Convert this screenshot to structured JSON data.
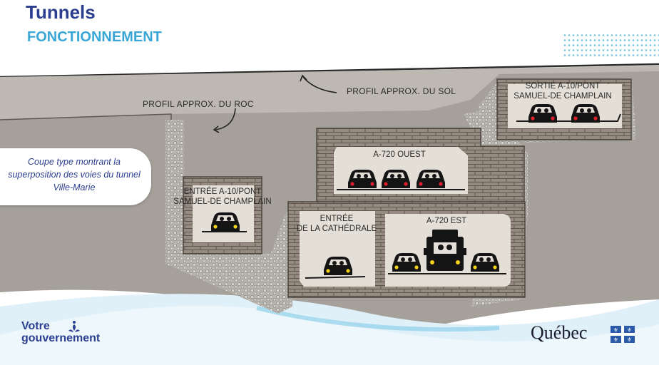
{
  "header": {
    "title": "Tunnels",
    "subtitle": "FONCTIONNEMENT"
  },
  "diagram": {
    "ground_profile_label": "PROFIL APPROX. DU SOL",
    "rock_profile_label": "PROFIL APPROX. DU ROC",
    "callout_text": "Coupe type montrant la superposition des voies du tunnel Ville-Marie",
    "tunnels": {
      "entree_a10": {
        "label_line1": "ENTRÉE A-10/PONT",
        "label_line2": "SAMUEL-DE CHAMPLAIN",
        "vehicles": 1
      },
      "sortie_a10": {
        "label_line1": "SORTIE A-10/PONT",
        "label_line2": "SAMUEL-DE CHAMPLAIN",
        "vehicles": 2
      },
      "a720_ouest": {
        "label": "A-720 OUEST",
        "vehicles": 3
      },
      "entree_cathedrale": {
        "label_line1": "ENTRÉE",
        "label_line2": "DE LA CATHÉDRALE",
        "vehicles": 1
      },
      "a720_est": {
        "label": "A-720 EST",
        "vehicles": 3,
        "trucks": 1
      }
    },
    "colors": {
      "background_ground": "#a5a19a",
      "tunnel_interior": "#e3ded6",
      "masonry": "#7b7268",
      "taillight": "#e0202a",
      "headlight": "#f5d21a",
      "accent_blue": "#3aa6d6",
      "brand_navy": "#2b3e8f"
    }
  },
  "footer": {
    "gov_line1": "Votre",
    "gov_line2": "gouvernement",
    "quebec_logo": "Québec"
  }
}
